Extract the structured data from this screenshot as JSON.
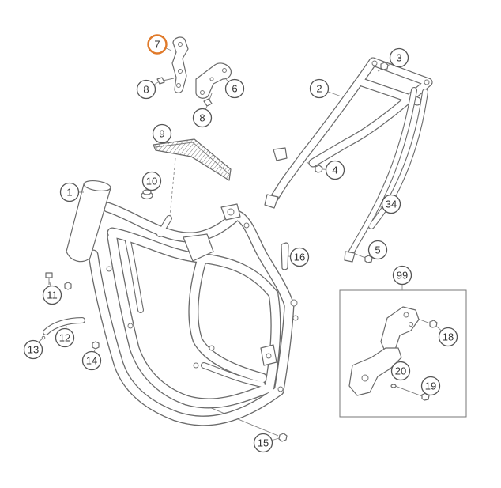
{
  "highlight_color": "#e07a2a",
  "callouts": [
    {
      "label": "7",
      "highlighted": true
    },
    {
      "label": "8",
      "highlighted": false
    },
    {
      "label": "6",
      "highlighted": false
    },
    {
      "label": "8",
      "highlighted": false
    },
    {
      "label": "3",
      "highlighted": false
    },
    {
      "label": "2",
      "highlighted": false
    },
    {
      "label": "9",
      "highlighted": false
    },
    {
      "label": "4",
      "highlighted": false
    },
    {
      "label": "10",
      "highlighted": false
    },
    {
      "label": "1",
      "highlighted": false
    },
    {
      "label": "34",
      "highlighted": false
    },
    {
      "label": "5",
      "highlighted": false
    },
    {
      "label": "16",
      "highlighted": false
    },
    {
      "label": "99",
      "highlighted": false
    },
    {
      "label": "11",
      "highlighted": false
    },
    {
      "label": "12",
      "highlighted": false
    },
    {
      "label": "13",
      "highlighted": false
    },
    {
      "label": "14",
      "highlighted": false
    },
    {
      "label": "18",
      "highlighted": false
    },
    {
      "label": "20",
      "highlighted": false
    },
    {
      "label": "19",
      "highlighted": false
    },
    {
      "label": "15",
      "highlighted": false
    }
  ]
}
